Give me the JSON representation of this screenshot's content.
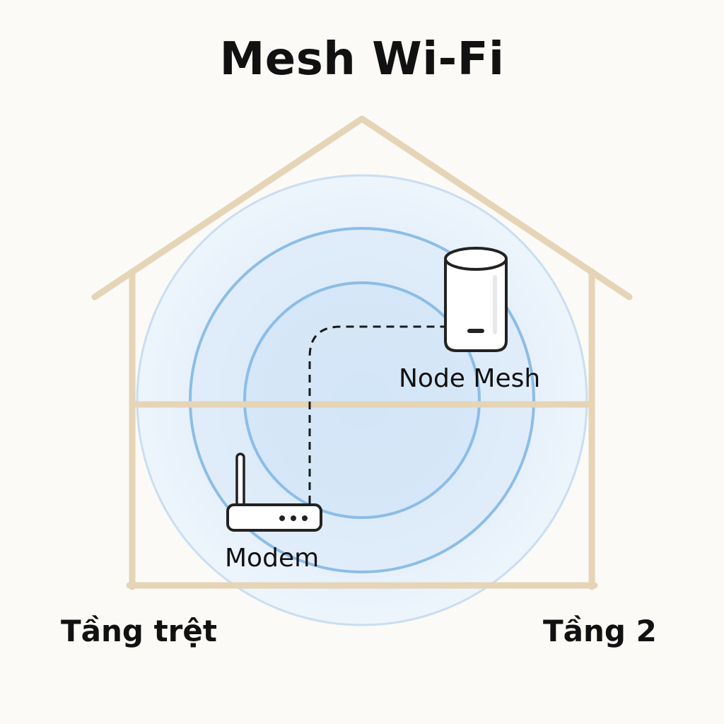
{
  "title": "Mesh Wi-Fi",
  "devices": {
    "mesh_node_label": "Node Mesh",
    "modem_label": "Modem"
  },
  "floors": {
    "ground_label": "Tầng trệt",
    "second_label": "Tầng 2"
  },
  "colors": {
    "background": "#fbfaf6",
    "house_outline": "#e5d4b6",
    "signal_ring": "#8cbde6",
    "signal_fill": "#dbeaf8",
    "connection_line": "#1a1a1a",
    "device_outline": "#222222",
    "device_fill": "#ffffff"
  },
  "icons": {
    "house": "house-outline-icon",
    "mesh_node": "mesh-node-icon",
    "modem": "router-icon",
    "signal": "wifi-signal-rings-icon"
  }
}
